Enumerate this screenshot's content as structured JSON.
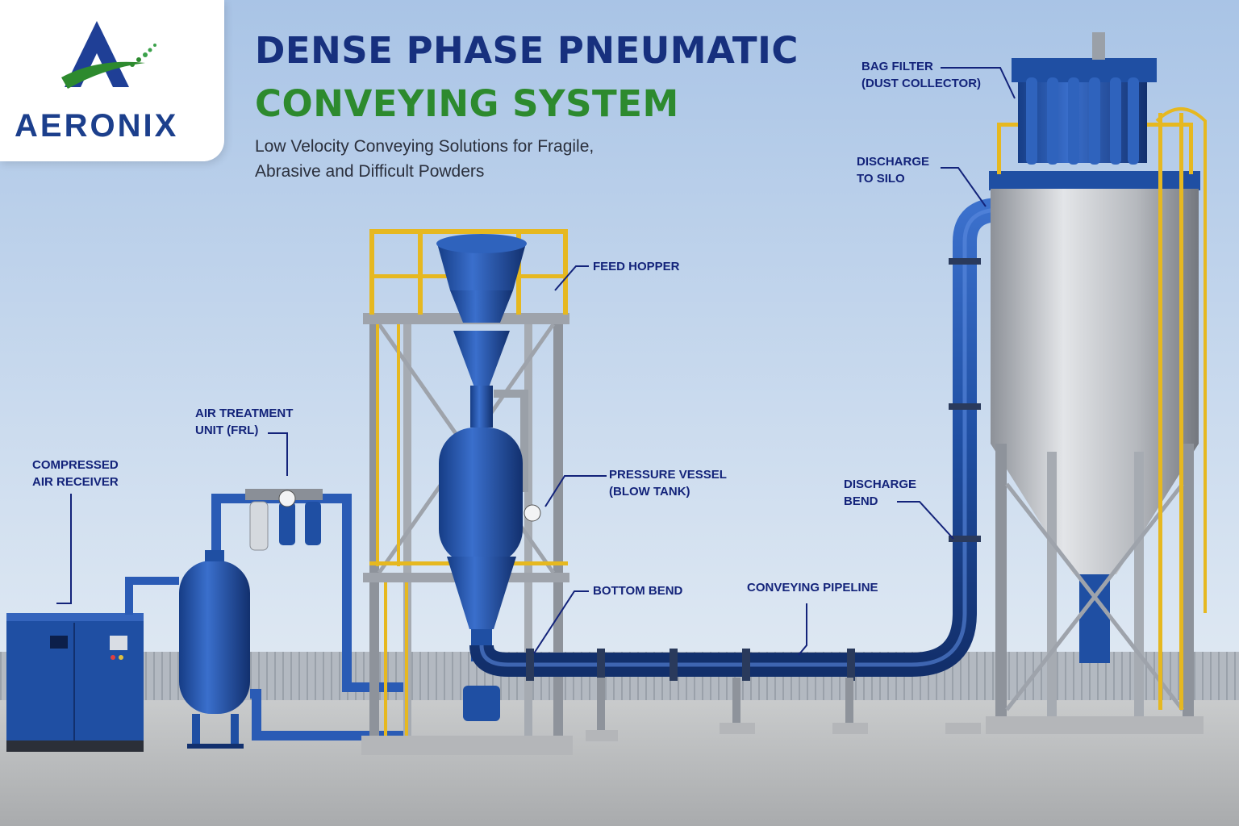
{
  "brand": {
    "name": "AERONIX"
  },
  "header": {
    "title_line1": "DENSE PHASE PNEUMATIC",
    "title_line2": "CONVEYING SYSTEM",
    "subtitle_line1": "Low Velocity Conveying Solutions for Fragile,",
    "subtitle_line2": "Abrasive and Difficult Powders"
  },
  "labels": {
    "bag_filter_1": "BAG FILTER",
    "bag_filter_2": "(DUST COLLECTOR)",
    "discharge_silo_1": "DISCHARGE",
    "discharge_silo_2": "TO SILO",
    "feed_hopper": "FEED HOPPER",
    "air_treatment_1": "AIR TREATMENT",
    "air_treatment_2": "UNIT (FRL)",
    "compressed_air_1": "COMPRESSED",
    "compressed_air_2": "AIR RECEIVER",
    "pressure_vessel_1": "PRESSURE VESSEL",
    "pressure_vessel_2": "(BLOW TANK)",
    "discharge_bend_1": "DISCHARGE",
    "discharge_bend_2": "BEND",
    "bottom_bend": "BOTTOM BEND",
    "conveying_pipeline": "CONVEYING PIPELINE"
  },
  "colors": {
    "sky_top": "#a9c4e6",
    "sky_bottom": "#e6eef6",
    "equipment_blue": "#1f4fa3",
    "structure_yellow": "#e6b820",
    "label_navy": "#13237a",
    "brand_green": "#2d8a2e"
  }
}
